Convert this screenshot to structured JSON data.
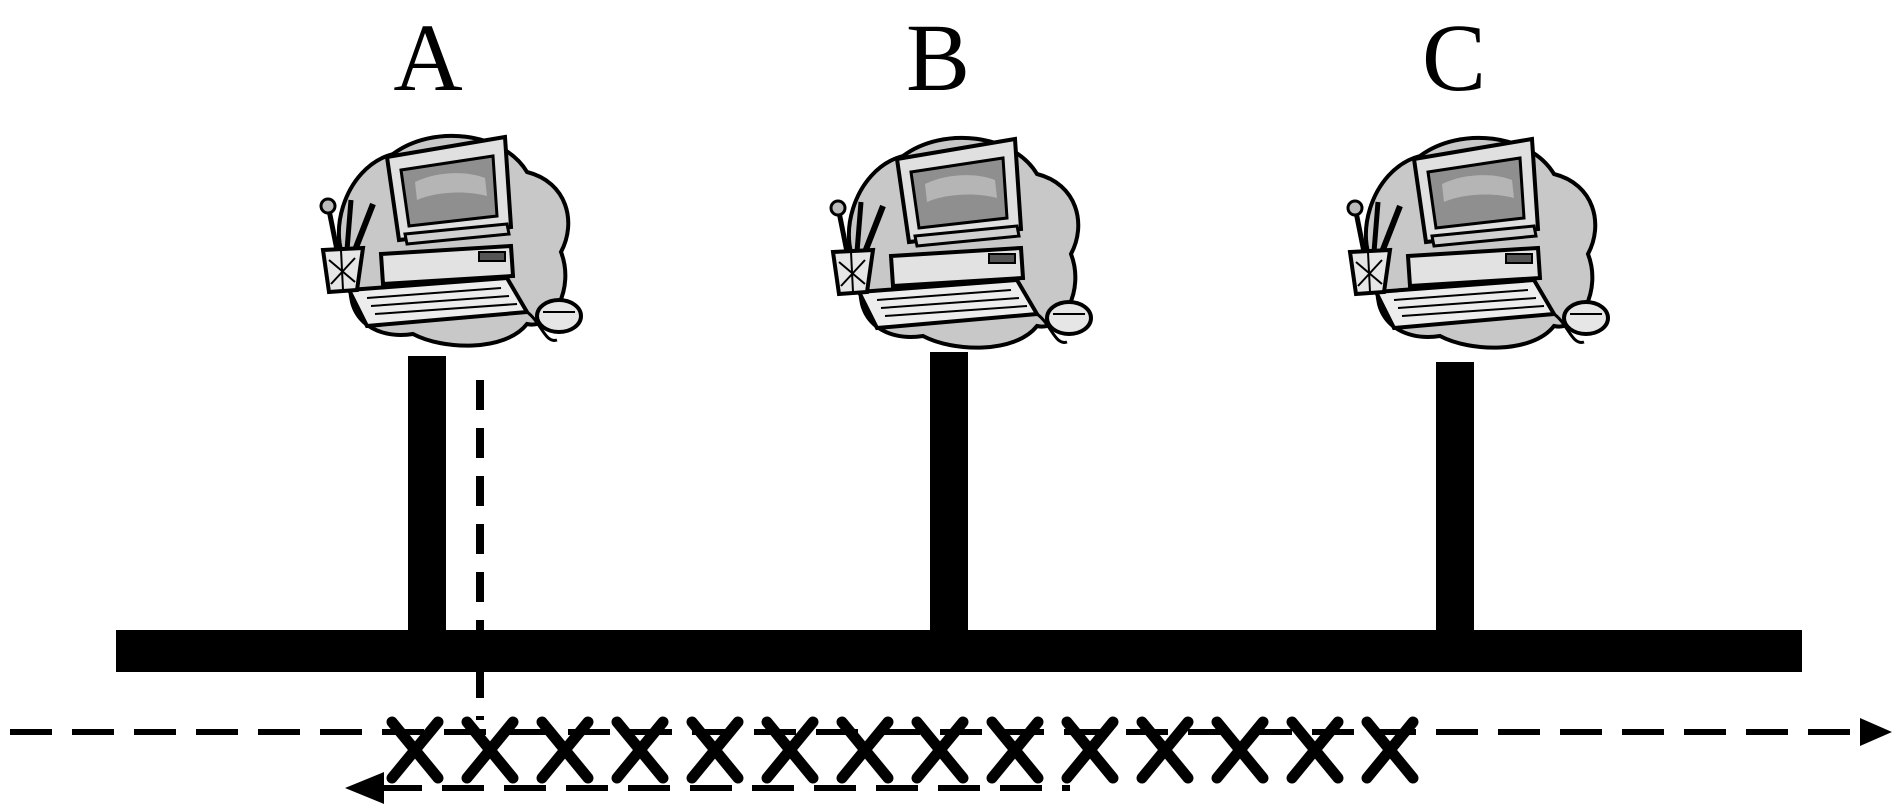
{
  "diagram": {
    "nodes": [
      {
        "id": "A",
        "label": "A",
        "icon": "desktop-computer-icon"
      },
      {
        "id": "B",
        "label": "B",
        "icon": "desktop-computer-icon"
      },
      {
        "id": "C",
        "label": "C",
        "icon": "desktop-computer-icon"
      }
    ],
    "bus": {
      "style": "solid",
      "color": "#000000"
    },
    "signals": [
      {
        "name": "signal-right",
        "style": "dashed",
        "direction": "right"
      },
      {
        "name": "signal-left",
        "style": "dashed",
        "direction": "left"
      },
      {
        "name": "collision-marks",
        "symbol": "X",
        "count": 14
      }
    ]
  }
}
